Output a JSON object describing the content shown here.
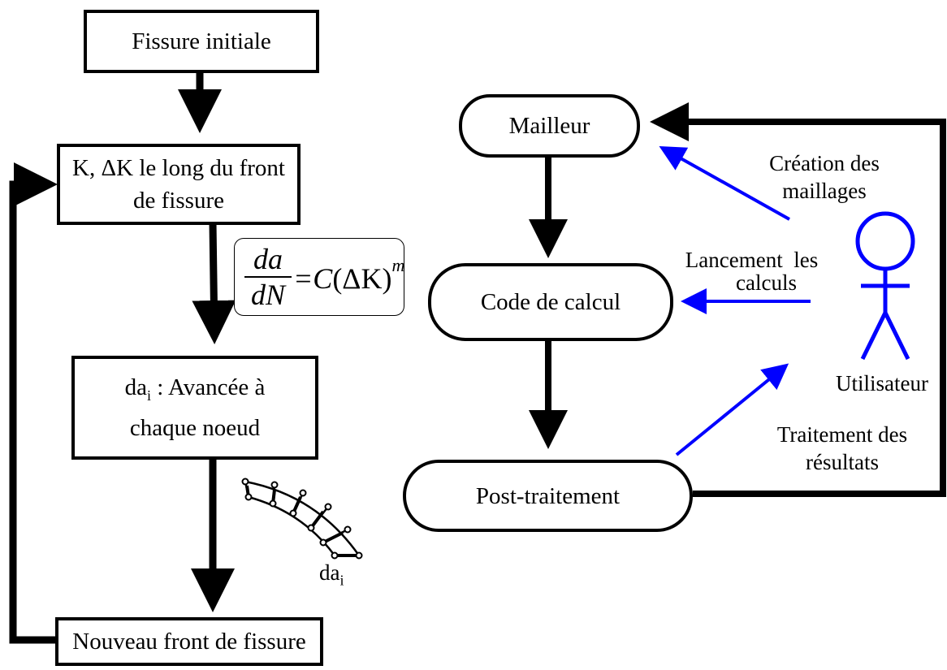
{
  "left_flow": {
    "initial_crack": "Fissure initiale",
    "sif_line1": "K, ΔK le long du front",
    "sif_line2": "de fissure",
    "formula": {
      "numerator": "da",
      "denominator": "dN",
      "rhs_prefix": "=C",
      "rhs_delta": "(ΔK)",
      "exponent": "m"
    },
    "advance_prefix": "da",
    "advance_subscript": "i",
    "advance_line1_rest": " : Avancée à",
    "advance_line2": "chaque noeud",
    "sketch_label": "da",
    "sketch_label_subscript": "i",
    "new_front": "Nouveau front de fissure"
  },
  "right_flow": {
    "mesher": "Mailleur",
    "solver": "Code de calcul",
    "postproc": "Post-traitement",
    "user_label": "Utilisateur",
    "mesh_creation_line1": "Création des",
    "mesh_creation_line2": "maillages",
    "launch_line1": "Lancement  les",
    "launch_line2": "calculs",
    "results_line1": "Traitement des",
    "results_line2": "résultats"
  },
  "colors": {
    "flow_lines": "#000000",
    "user_links": "#0000ff"
  }
}
